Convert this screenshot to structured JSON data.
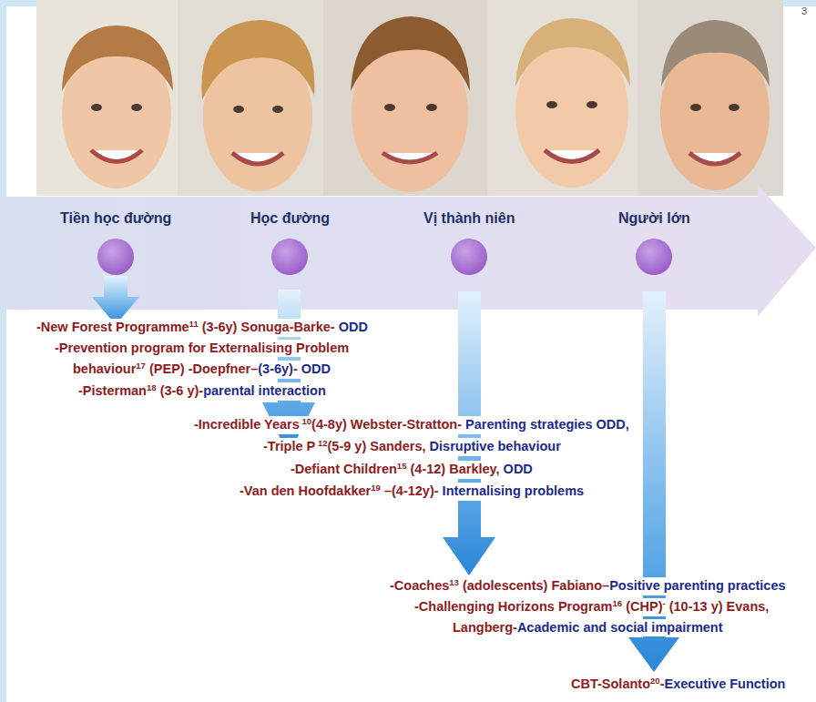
{
  "diagram": {
    "nodes": [
      {
        "text": [
          "Tiền học đường"
        ]
      },
      {
        "text": [
          "Học đường"
        ]
      },
      {
        "text": [
          "Vị thành niên"
        ]
      },
      {
        "text": [
          "Người lớn"
        ]
      }
    ],
    "labels": [
      "3",
      "-New Forest Programme",
      "11",
      "(3-6y) Sonuga-Barke-",
      "ODD",
      "-Prevention program for Externalising Problem",
      "behaviour",
      "17",
      "(PEP) -Doepfner–",
      "(3-6y)",
      "-",
      "ODD",
      "-Pisterman",
      "18",
      "(3-6 y)-",
      "parental interaction",
      "-Incredible Years",
      "10",
      "(4-8y) Webster-Stratton-",
      "Parenting strategies ODD,",
      "-Triple P",
      "12",
      "(5-9 y) Sanders,",
      "Disruptive behaviour",
      "-Defiant Children",
      "15",
      "(4-12) Barkley,",
      "ODD",
      "-Van den Hoofdakker",
      "19",
      "–(4-12y)-",
      "Internalising problems",
      "-Coaches",
      "13",
      "(adolescents) Fabiano–",
      "Positive parenting practices",
      "-Challenging Horizons Program",
      "16",
      "(CHP)",
      "-",
      "(10-13 y) Evans,",
      "Langberg-",
      "Academic and social impairment",
      "CBT-Solanto",
      "20",
      "-",
      "Executive Function"
    ]
  }
}
